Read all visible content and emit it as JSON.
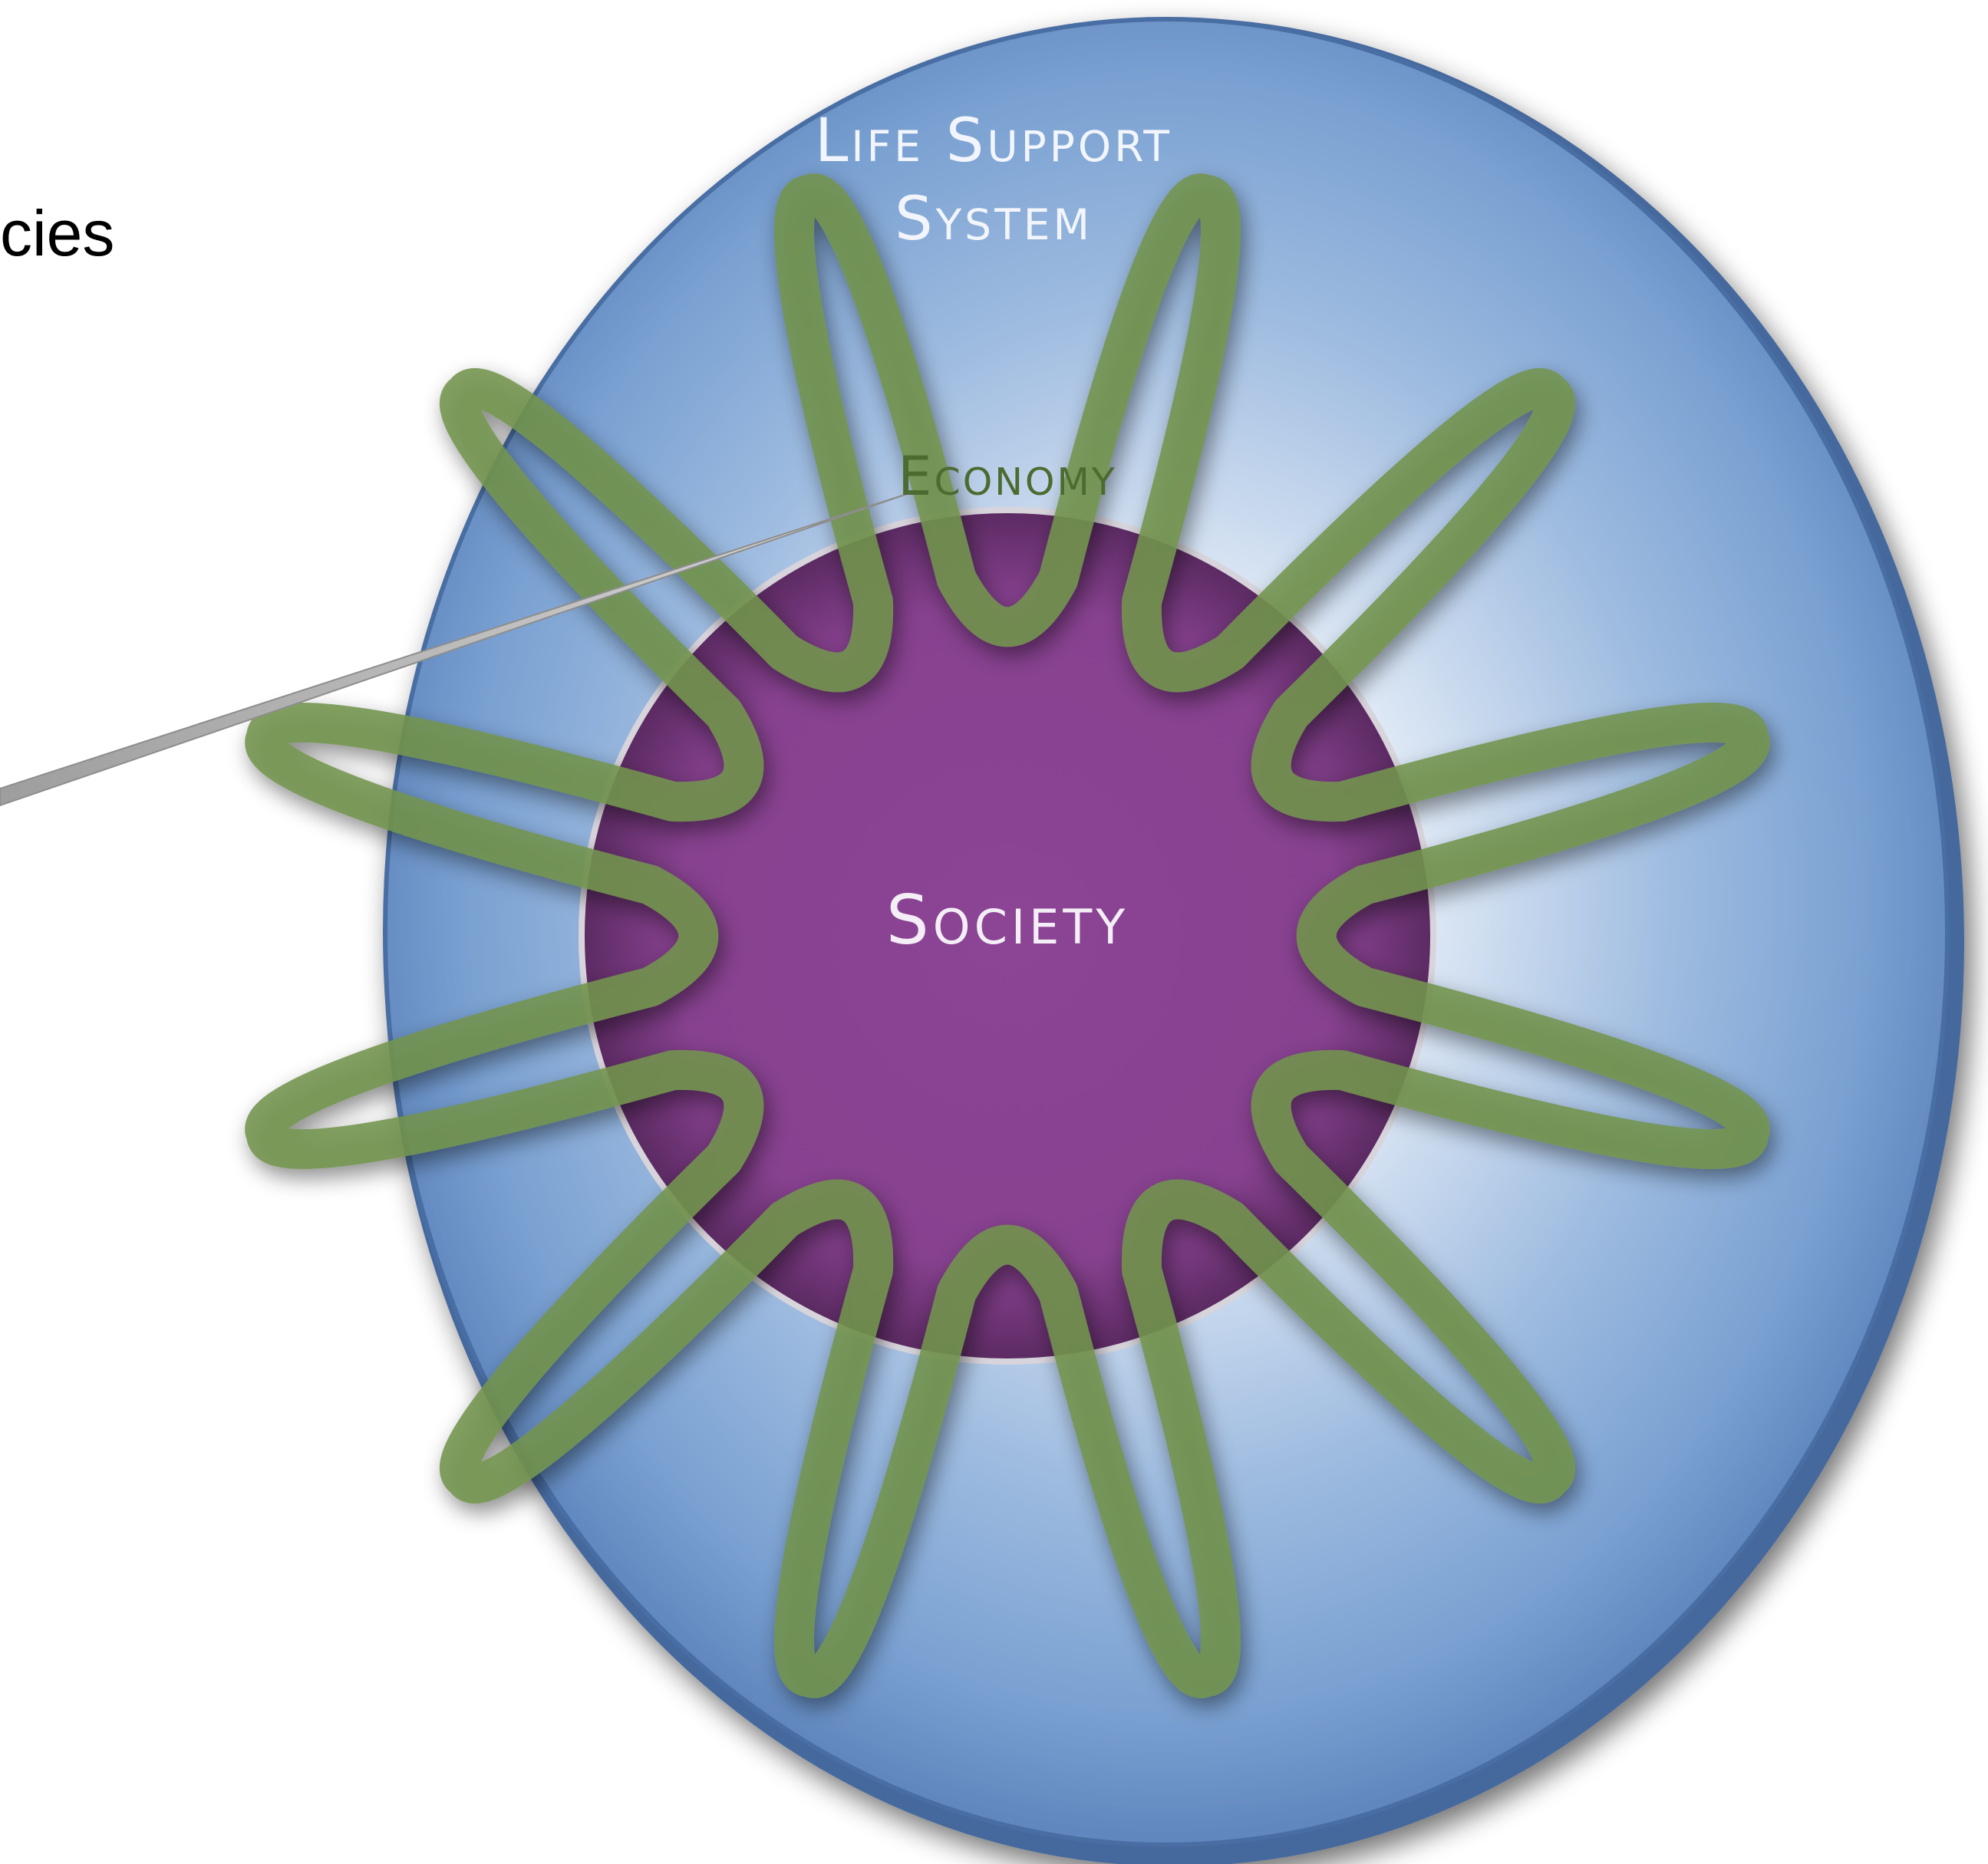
{
  "labels": {
    "outer_line1": "Life Support",
    "outer_line2": "System",
    "middle": "Economy",
    "inner": "Society",
    "cut_off_text": "cies"
  },
  "colors": {
    "outer_circle": "#6f9ad0",
    "outer_circle_edge": "#3c5f94",
    "economy_loops": "#72944e",
    "society_circle": "#8a4391",
    "outer_label": "#f2f5fb",
    "economy_label": "#4c6b30",
    "society_label": "#f4eef6"
  },
  "economy": {
    "petal_count": 12
  }
}
